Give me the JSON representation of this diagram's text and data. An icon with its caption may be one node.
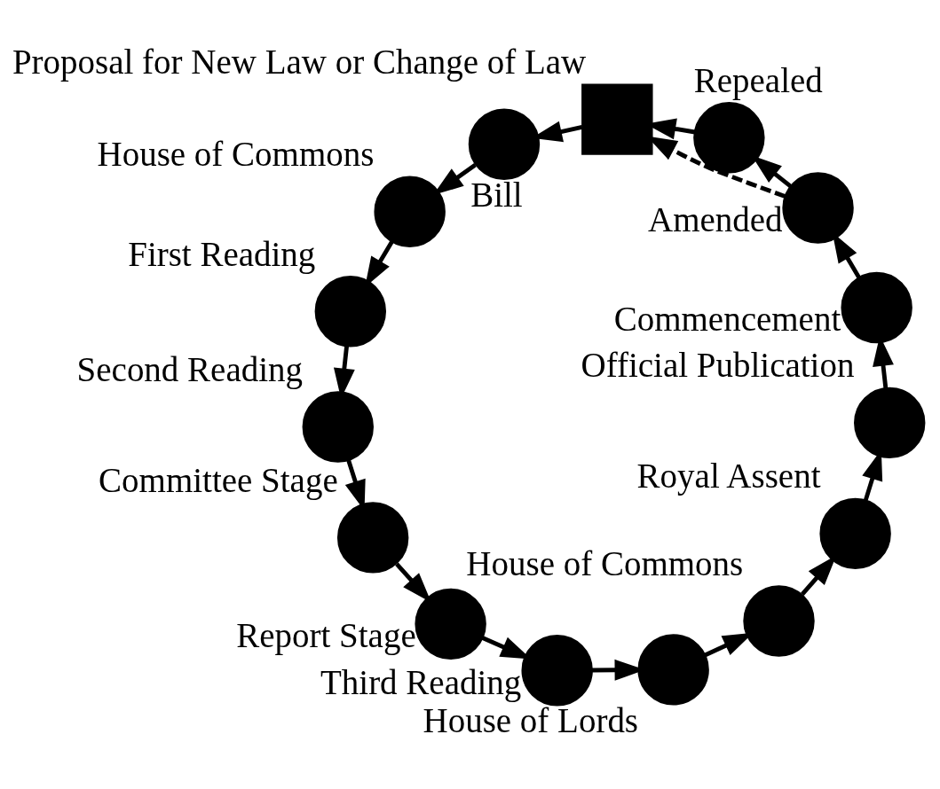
{
  "diagram": {
    "nodes": [
      {
        "text": [],
        "shape": "box",
        "beside": [
          "Proposal for New Law or Change of Law"
        ]
      },
      {
        "text": [],
        "shape": "circle",
        "beside": [
          "Bill"
        ]
      },
      {
        "text": [],
        "shape": "circle",
        "beside": [
          "House of Commons"
        ]
      },
      {
        "text": [],
        "shape": "circle",
        "beside": [
          "First Reading"
        ]
      },
      {
        "text": [],
        "shape": "circle",
        "beside": [
          "Second Reading"
        ]
      },
      {
        "text": [],
        "shape": "circle",
        "beside": [
          "Committee Stage"
        ]
      },
      {
        "text": [],
        "shape": "circle",
        "beside": [
          "Report Stage"
        ]
      },
      {
        "text": [],
        "shape": "circle",
        "beside": [
          "Third Reading"
        ]
      },
      {
        "text": [],
        "shape": "circle",
        "beside": [
          "House of Lords"
        ]
      },
      {
        "text": [],
        "shape": "circle",
        "beside": [
          "House of Commons"
        ]
      },
      {
        "text": [],
        "shape": "circle",
        "beside": [
          "Royal Assent"
        ]
      },
      {
        "text": [],
        "shape": "circle",
        "beside": [
          "Official Publication"
        ]
      },
      {
        "text": [],
        "shape": "circle",
        "beside": [
          "Commencement"
        ]
      },
      {
        "text": [],
        "shape": "circle",
        "beside": [
          "Amended"
        ]
      },
      {
        "text": [],
        "shape": "circle",
        "beside": [
          "Repealed"
        ]
      }
    ],
    "edges": [
      {
        "from": 0,
        "to": 1,
        "arrow": "to"
      },
      {
        "from": 1,
        "to": 2,
        "arrow": "to"
      },
      {
        "from": 2,
        "to": 3,
        "arrow": "to"
      },
      {
        "from": 3,
        "to": 4,
        "arrow": "to"
      },
      {
        "from": 4,
        "to": 5,
        "arrow": "to"
      },
      {
        "from": 5,
        "to": 6,
        "arrow": "to"
      },
      {
        "from": 6,
        "to": 7,
        "arrow": "to"
      },
      {
        "from": 7,
        "to": 8,
        "arrow": "to"
      },
      {
        "from": 8,
        "to": 9,
        "arrow": "to"
      },
      {
        "from": 9,
        "to": 10,
        "arrow": "to"
      },
      {
        "from": 10,
        "to": 11,
        "arrow": "to"
      },
      {
        "from": 11,
        "to": 12,
        "arrow": "to"
      },
      {
        "from": 12,
        "to": 13,
        "arrow": "to"
      },
      {
        "from": 13,
        "to": 14,
        "arrow": "to"
      },
      {
        "from": 14,
        "to": 0,
        "arrow": "to"
      },
      {
        "from": 13,
        "to": 0,
        "arrow": "to",
        "style": "dashed"
      }
    ]
  }
}
